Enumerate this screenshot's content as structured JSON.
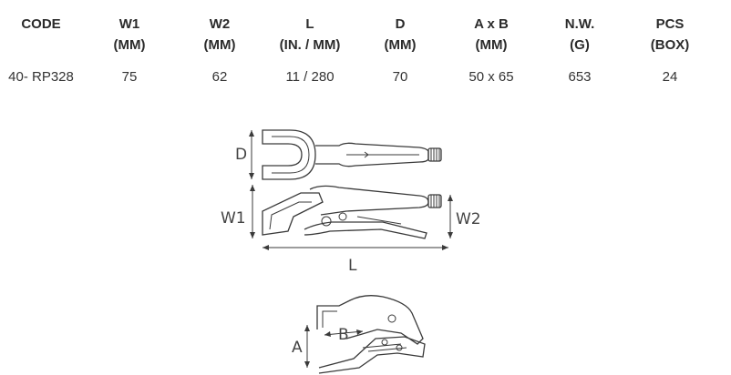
{
  "table": {
    "columns": [
      {
        "title": "CODE",
        "unit": ""
      },
      {
        "title": "W1",
        "unit": "(MM)"
      },
      {
        "title": "W2",
        "unit": "(MM)"
      },
      {
        "title": "L",
        "unit": "(IN. / MM)"
      },
      {
        "title": "D",
        "unit": "(MM)"
      },
      {
        "title": "A x B",
        "unit": "(MM)"
      },
      {
        "title": "N.W.",
        "unit": "(G)"
      },
      {
        "title": "PCS",
        "unit": "(BOX)"
      }
    ],
    "row": [
      "40- RP328",
      "75",
      "62",
      "11 / 280",
      "70",
      "50 x 65",
      "653",
      "24"
    ]
  },
  "drawing": {
    "label_d": "D",
    "label_w1": "W1",
    "label_w2": "W2",
    "label_l": "L",
    "label_a": "A",
    "label_b": "B"
  }
}
